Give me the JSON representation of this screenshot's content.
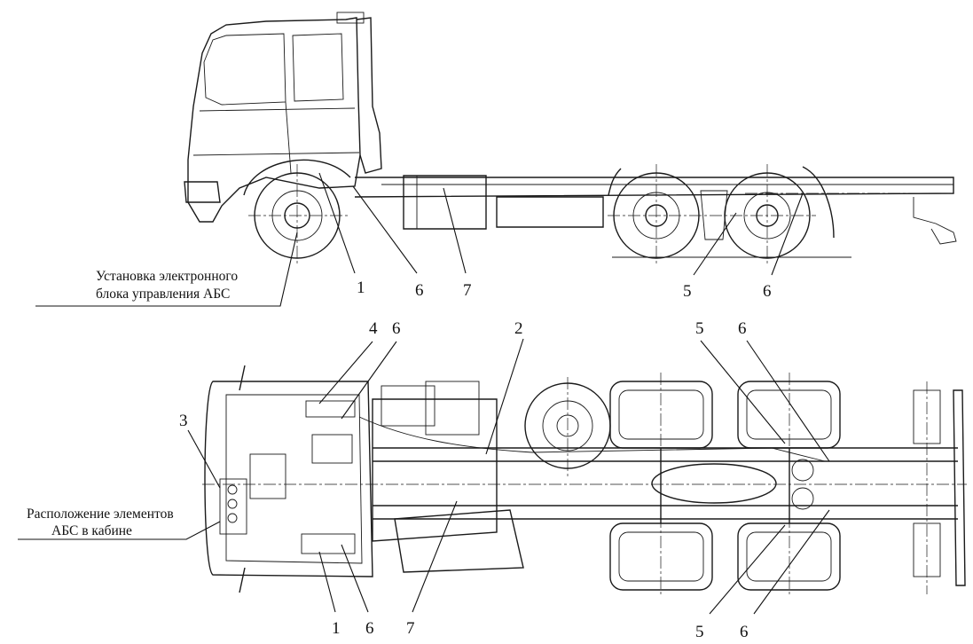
{
  "side_view": {
    "caption_line1": "Установка электронного",
    "caption_line2": "блока управления АБС",
    "callouts": [
      "1",
      "6",
      "7",
      "5",
      "6"
    ]
  },
  "top_view": {
    "caption_line1": "Расположение элементов",
    "caption_line2": "АБС в кабине",
    "callouts_top": [
      "4",
      "6",
      "2",
      "5",
      "6"
    ],
    "callout_left": "3",
    "callouts_bottom": [
      "1",
      "6",
      "7",
      "5",
      "6"
    ]
  }
}
